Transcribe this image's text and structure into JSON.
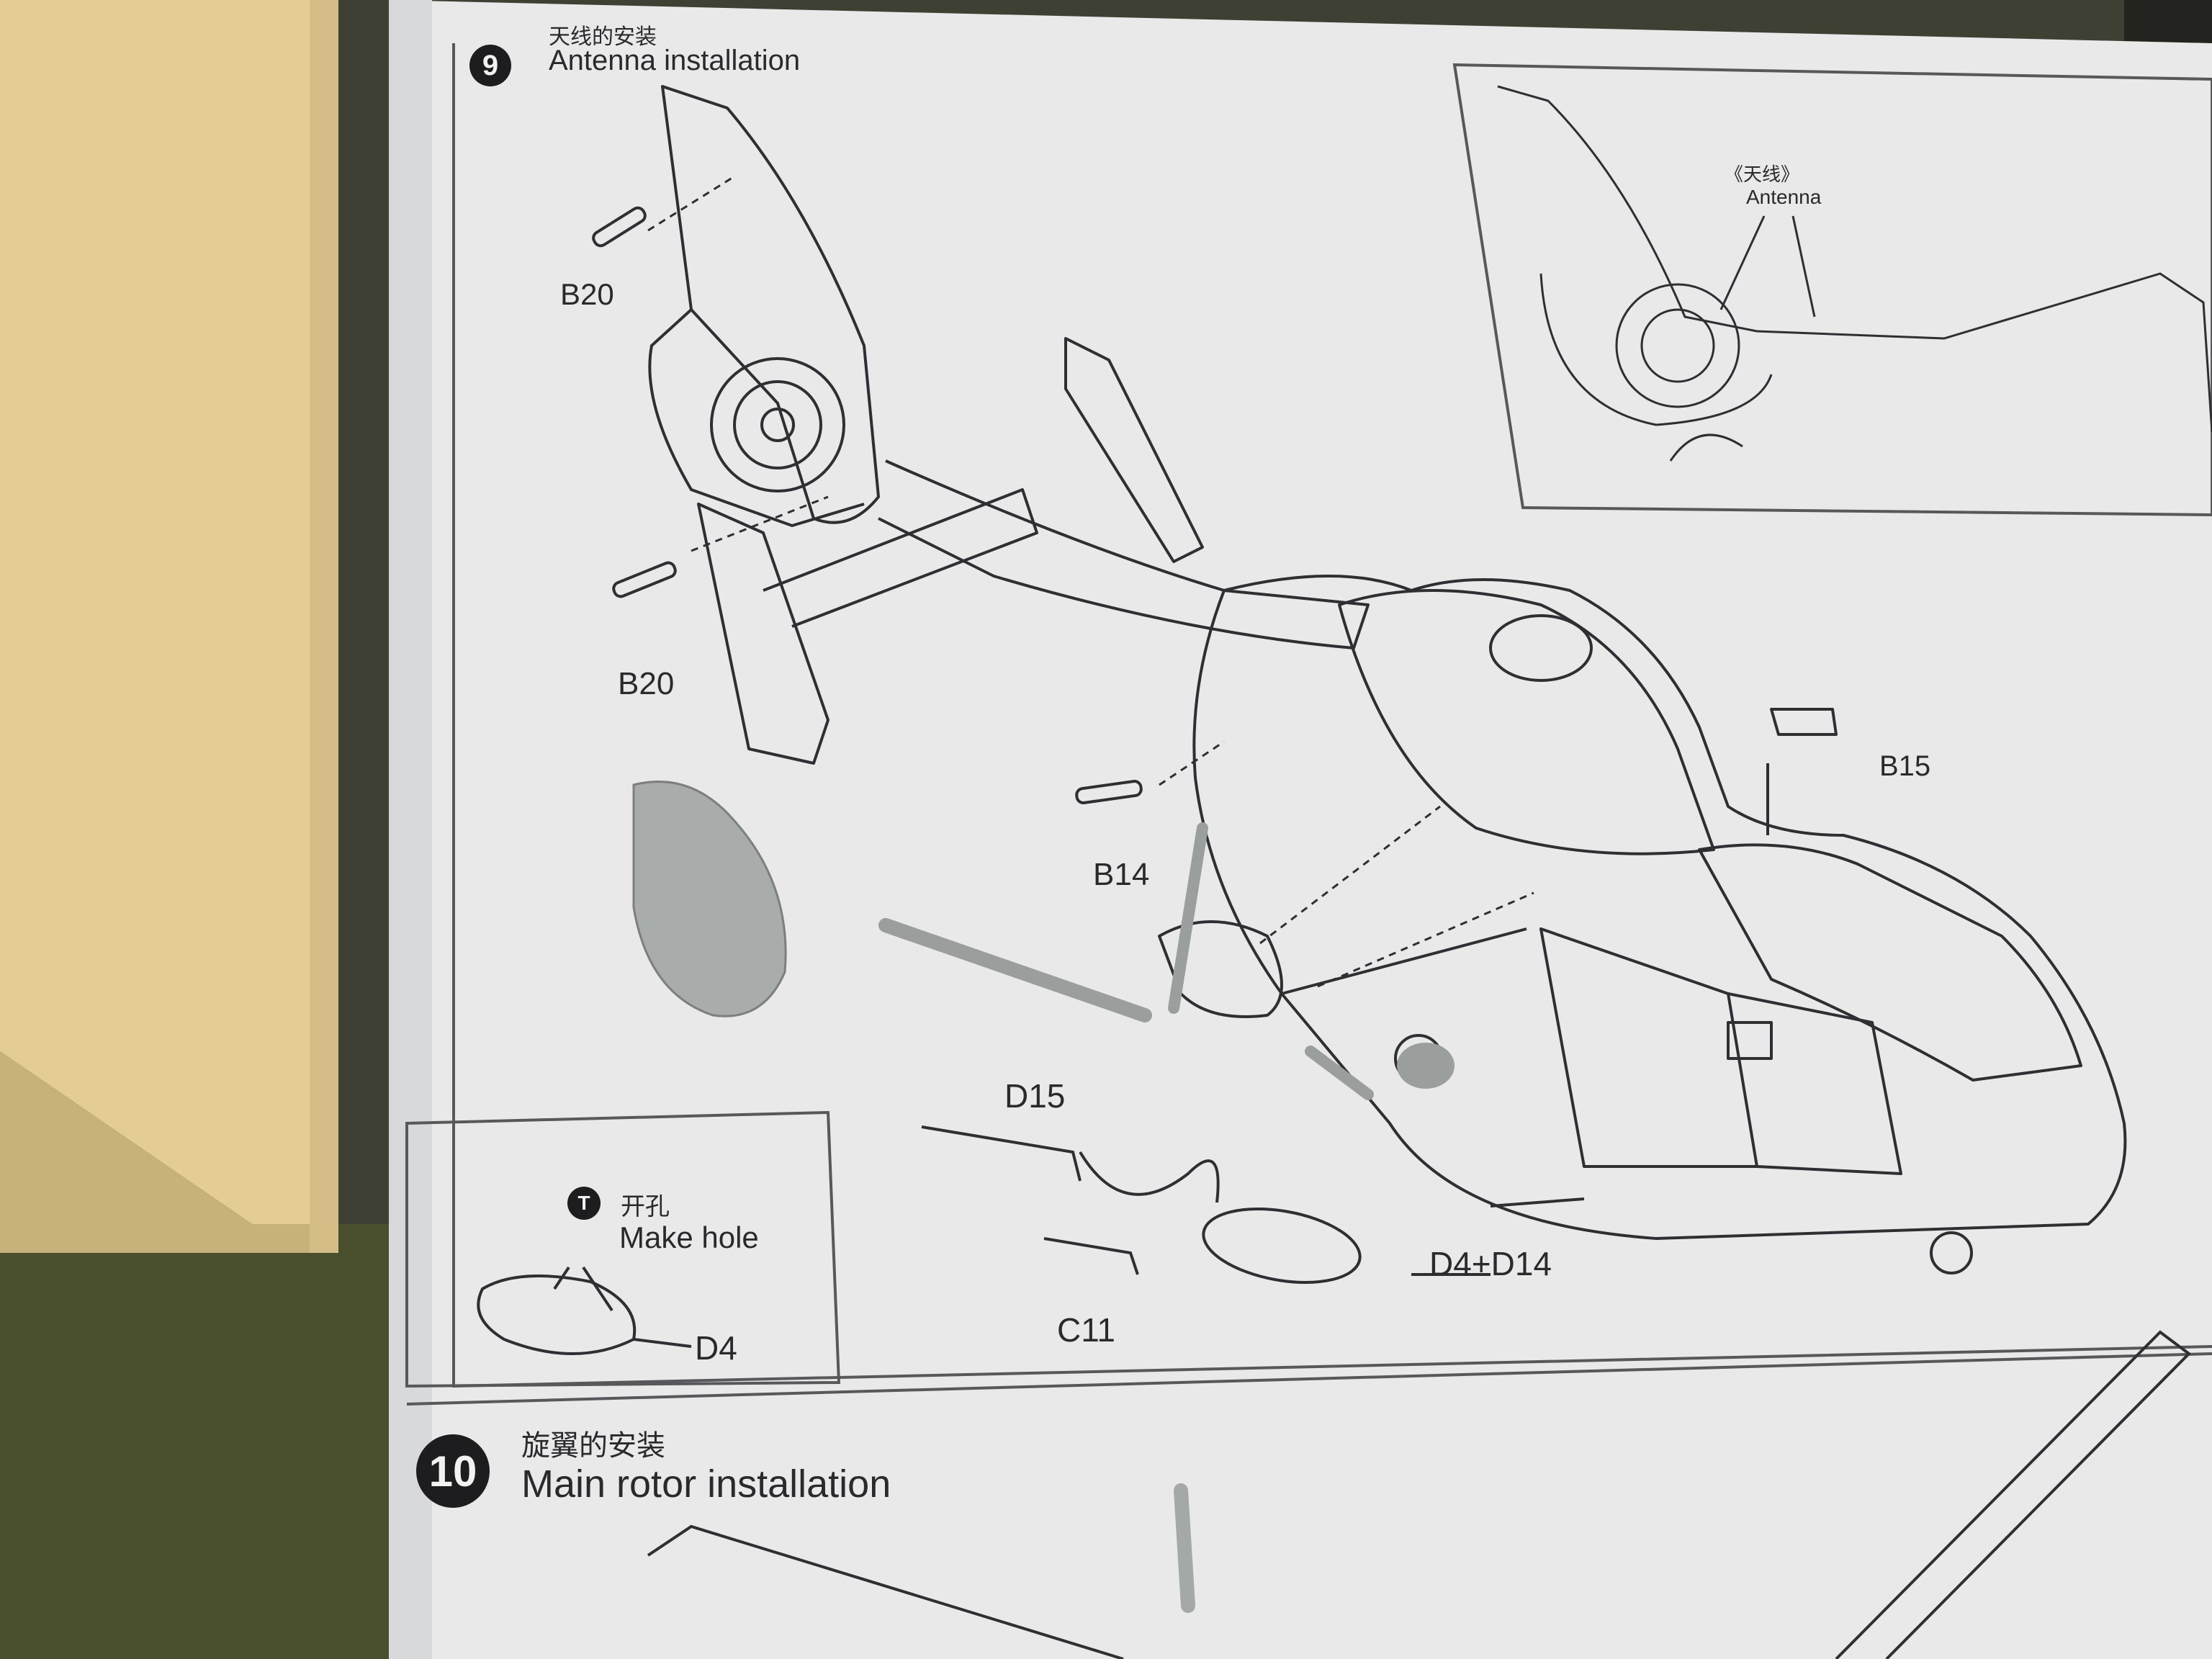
{
  "photo": {
    "colors": {
      "paper": "#e9e9ea",
      "paper_shadow": "#d3d4d6",
      "ink": "#2a2a2c",
      "foam_tan": "#e3cc95",
      "cutting_mat": "#3e4034",
      "plastic_part": "#a8acaa"
    }
  },
  "step9": {
    "number": "9",
    "title_cn": "天线的安装",
    "title_en": "Antenna installation",
    "inset": {
      "label_cn": "《天线》",
      "label_en": "Antenna"
    },
    "part_labels": {
      "b20_top": "B20",
      "b20_bottom": "B20",
      "b14": "B14",
      "b15": "B15",
      "d15": "D15",
      "c11": "C11",
      "d4_d14": "D4+D14"
    },
    "subpanel": {
      "icon_letter": "T",
      "label_cn": "开孔",
      "label_en": "Make hole",
      "part": "D4"
    }
  },
  "step10": {
    "number": "10",
    "title_cn": "旋翼的安装",
    "title_en": "Main rotor installation"
  }
}
